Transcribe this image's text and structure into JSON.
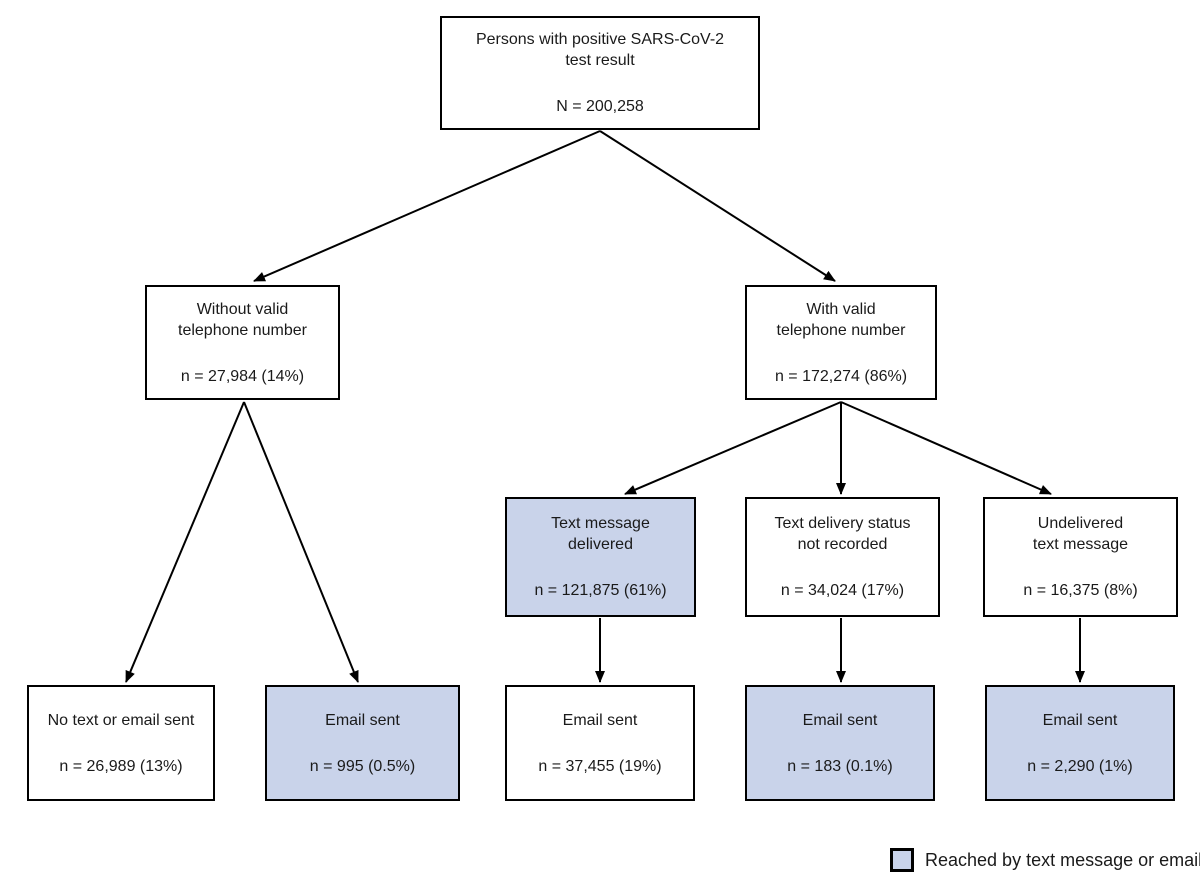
{
  "figure": {
    "colors": {
      "highlight_fill": "#c9d3ea",
      "box_fill": "#ffffff",
      "border": "#000000",
      "text": "#1a1a1a"
    },
    "nodes": {
      "root": {
        "title": "Persons with positive SARS-CoV-2\ntest result",
        "count": "N = 200,258",
        "highlighted": false
      },
      "no_valid_phone": {
        "title": "Without valid\ntelephone number",
        "count": "n = 27,984 (14%)",
        "highlighted": false
      },
      "valid_phone": {
        "title": "With valid\ntelephone number",
        "count": "n = 172,274 (86%)",
        "highlighted": false
      },
      "text_delivered": {
        "title": "Text message\ndelivered",
        "count": "n = 121,875 (61%)",
        "highlighted": true
      },
      "text_status_not_recorded": {
        "title": "Text delivery status\nnot recorded",
        "count": "n = 34,024 (17%)",
        "highlighted": false
      },
      "text_undelivered": {
        "title": "Undelivered\ntext message",
        "count": "n = 16,375 (8%)",
        "highlighted": false
      },
      "no_text_or_email": {
        "title": "No text or email sent",
        "count": "n = 26,989 (13%)",
        "highlighted": false
      },
      "email_sent_without_phone": {
        "title": "Email sent",
        "count": "n = 995 (0.5%)",
        "highlighted": true
      },
      "email_sent_after_delivered": {
        "title": "Email sent",
        "count": "n = 37,455 (19%)",
        "highlighted": false
      },
      "email_sent_after_not_recorded": {
        "title": "Email sent",
        "count": "n = 183 (0.1%)",
        "highlighted": true
      },
      "email_sent_after_undelivered": {
        "title": "Email sent",
        "count": "n = 2,290 (1%)",
        "highlighted": true
      }
    },
    "legend": {
      "label": "Reached by text message or email"
    }
  }
}
